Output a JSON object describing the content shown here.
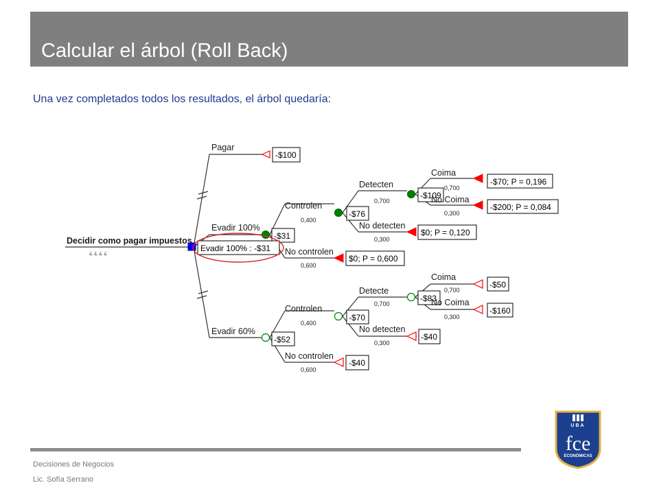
{
  "slide": {
    "title": "Calcular el árbol (Roll Back)",
    "subtitle": "Una vez completados todos los resultados, el árbol quedaría:"
  },
  "footer": {
    "course": "Decisiones de Negocios",
    "author": "Lic. Sofía Serrano"
  },
  "logo": {
    "top_text": "UBA",
    "main_text": "fce",
    "bottom_text": "ECONÓMICAS",
    "colors": {
      "primary": "#1c3f8f",
      "gold": "#e3b341",
      "white": "#ffffff"
    }
  },
  "colors": {
    "title_bar": "#7f7f7f",
    "subtitle_text": "#1f3a93",
    "tree_line": "#333333",
    "decision_node": "#0000ff",
    "chance_node_active": "#008000",
    "chance_node_inactive": "#ffffff",
    "chance_outline": "#008000",
    "terminal_active": "#ff0000",
    "terminal_outline": "#ff0000",
    "highlight_ellipse": "#d62828"
  },
  "tree": {
    "root_label": "Decidir como pagar impuestos",
    "root_sub_label": "¿ ¿ ¿ ¿",
    "decision_value": "Evadir 100% : -$31",
    "branches": {
      "pagar": {
        "label": "Pagar",
        "value": "-$100"
      },
      "evadir100": {
        "label": "Evadir 100%",
        "value": "-$31",
        "controlen": {
          "label": "Controlen",
          "prob": "0,400",
          "value": "-$76",
          "detecten": {
            "label": "Detecten",
            "prob": "0,700",
            "value": "-$109",
            "coima": {
              "label": "Coima",
              "prob": "0,700",
              "value": "-$70; P = 0,196"
            },
            "no_coima": {
              "label": "No Coima",
              "prob": "0,300",
              "value": "-$200; P = 0,084"
            }
          },
          "no_detecten": {
            "label": "No detecten",
            "prob": "0,300",
            "value": "$0; P = 0,120"
          }
        },
        "no_controlen": {
          "label": "No controlen",
          "prob": "0,600",
          "value": "$0; P = 0,600"
        }
      },
      "evadir60": {
        "label": "Evadir 60%",
        "value": "-$52",
        "controlen": {
          "label": "Controlen",
          "prob": "0,400",
          "value": "-$70",
          "detecte": {
            "label": "Detecte",
            "prob": "0,700",
            "value": "-$83",
            "coima": {
              "label": "Coima",
              "prob": "0,700",
              "value": "-$50"
            },
            "no_coima": {
              "label": "No Coima",
              "prob": "0,300",
              "value": "-$160"
            }
          },
          "no_detecten": {
            "label": "No detecten",
            "prob": "0,300",
            "value": "-$40"
          }
        },
        "no_controlen": {
          "label": "No controlen",
          "prob": "0,600",
          "value": "-$40"
        }
      }
    }
  }
}
